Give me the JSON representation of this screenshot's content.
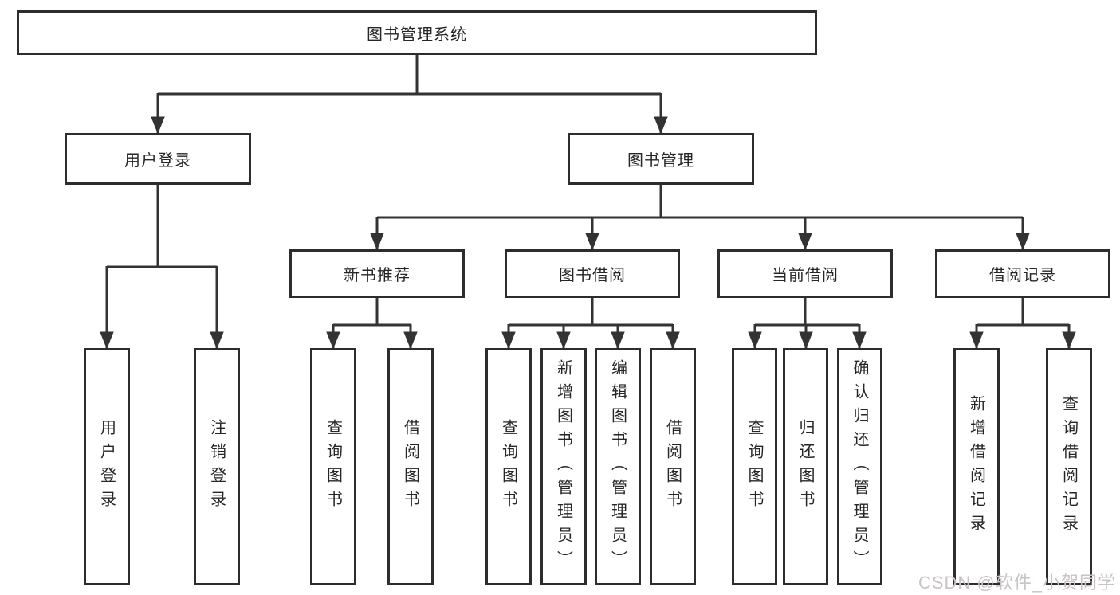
{
  "tree": {
    "root": {
      "label": "图书管理系统"
    },
    "level2": [
      {
        "label": "用户登录"
      },
      {
        "label": "图书管理"
      }
    ],
    "level3": [
      {
        "label": "新书推荐"
      },
      {
        "label": "图书借阅"
      },
      {
        "label": "当前借阅"
      },
      {
        "label": "借阅记录"
      }
    ],
    "leaves": {
      "user_login": [
        {
          "label": "用户登录"
        },
        {
          "label": "注销登录"
        }
      ],
      "new_book_recommend": [
        {
          "label": "查询图书"
        },
        {
          "label": "借阅图书"
        }
      ],
      "book_borrow": [
        {
          "label": "查询图书"
        },
        {
          "label": "新增图书（管理员）"
        },
        {
          "label": "编辑图书（管理员）"
        },
        {
          "label": "借阅图书"
        }
      ],
      "current_borrow": [
        {
          "label": "查询图书"
        },
        {
          "label": "归还图书"
        },
        {
          "label": "确认归还（管理员）"
        }
      ],
      "borrow_records": [
        {
          "label": "新增借阅记录"
        },
        {
          "label": "查询借阅记录"
        }
      ]
    }
  },
  "watermark": {
    "text": "CSDN @软件_小贺同学"
  },
  "colors": {
    "line": "#333333",
    "border": "#2d2d2d",
    "text": "#262626",
    "watermark": "#cbc3c3",
    "background": "#ffffff"
  }
}
